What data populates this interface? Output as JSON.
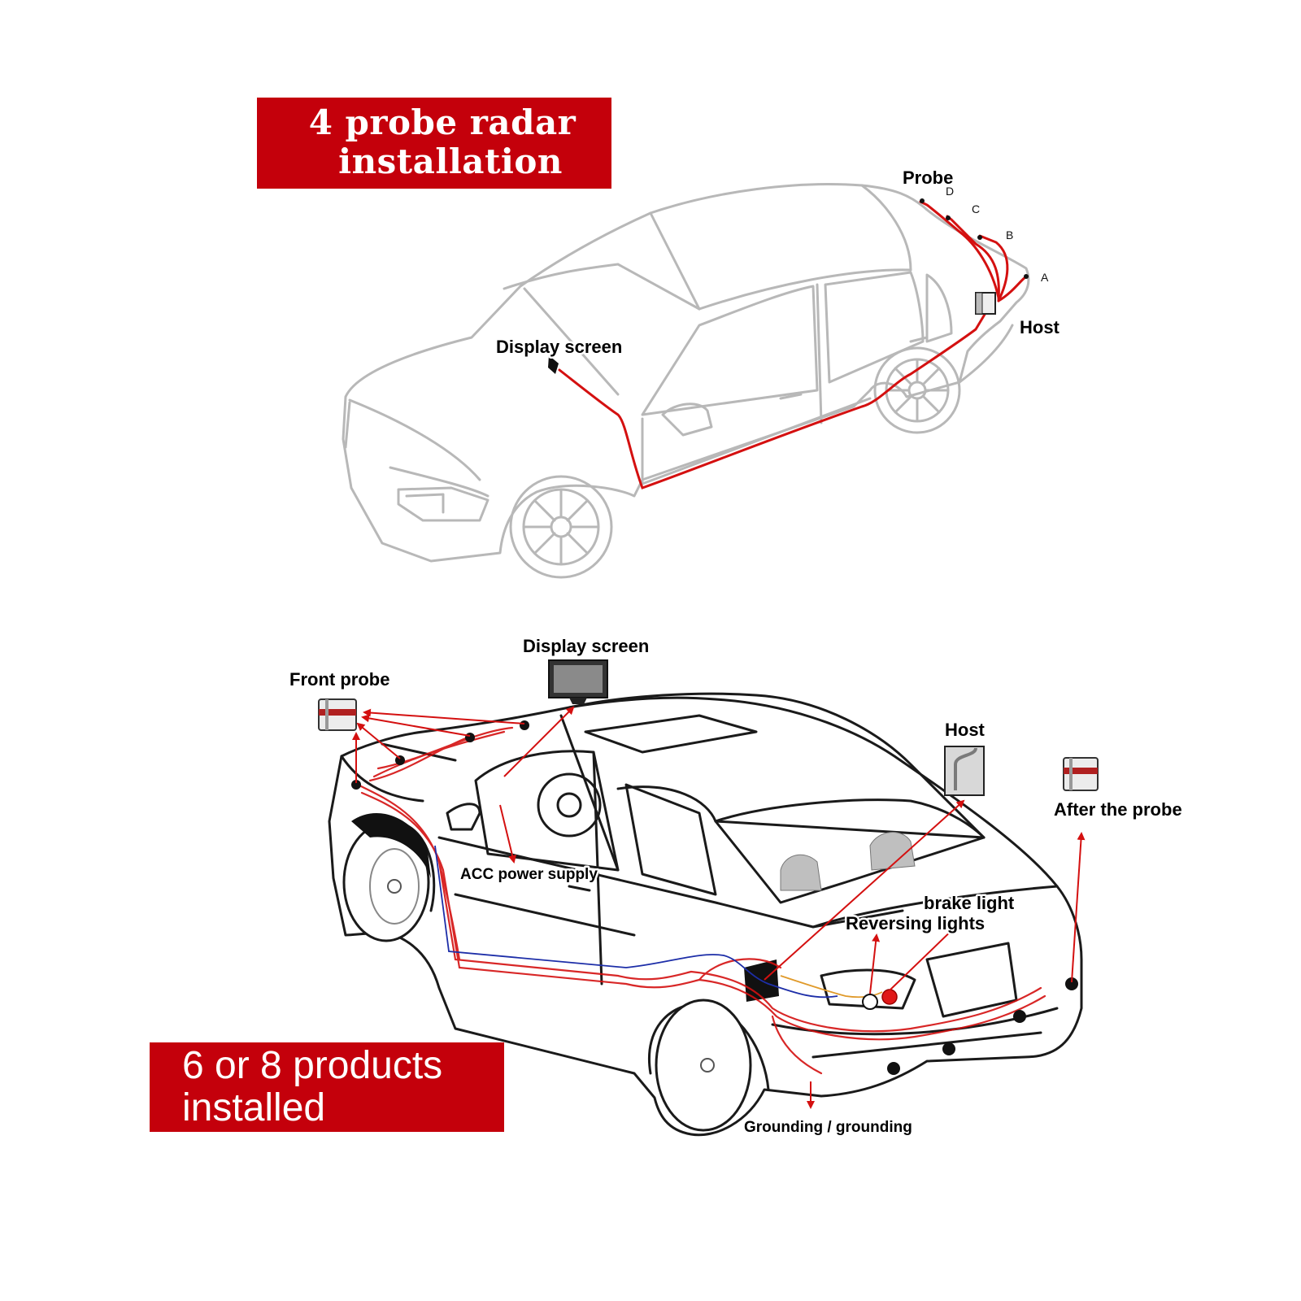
{
  "top_section": {
    "title_line1": "4 probe radar",
    "title_line2": "installation",
    "labels": {
      "probe": "Probe",
      "host": "Host",
      "display_screen": "Display screen",
      "probe_a": "A",
      "probe_b": "B",
      "probe_c": "C",
      "probe_d": "D"
    }
  },
  "bottom_section": {
    "title_line1": "6 or 8 products",
    "title_line2": "installed",
    "labels": {
      "front_probe": "Front probe",
      "display_screen": "Display screen",
      "host": "Host",
      "after_the_probe": "After the probe",
      "acc_power_supply": "ACC power supply",
      "brake_light": "brake light",
      "reversing_lights": "Reversing lights",
      "grounding": "Grounding / grounding"
    }
  },
  "colors": {
    "banner": "#c4000b",
    "wire": "#d41010",
    "car_outline_top": "#b8b8b8",
    "car_outline_bottom": "#1a1a1a"
  }
}
